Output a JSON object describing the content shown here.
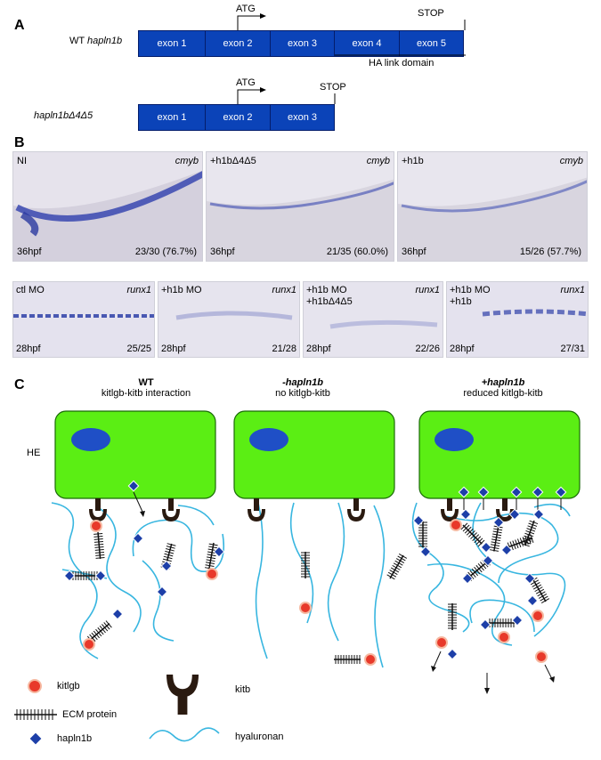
{
  "panel_a": {
    "letter": "A",
    "wt_label_prefix": "WT ",
    "wt_label_gene": "hapln1b",
    "wt_exons": [
      "exon 1",
      "exon 2",
      "exon 3",
      "exon 4",
      "exon 5"
    ],
    "atg": "ATG",
    "stop": "STOP",
    "ha_domain": "HA link domain",
    "mut_label": "hapln1bΔ4Δ5",
    "mut_exons": [
      "exon 1",
      "exon 2",
      "exon 3"
    ]
  },
  "panel_b": {
    "letter": "B",
    "row1": [
      {
        "cond": "NI",
        "gene": "cmyb",
        "stage": "36hpf",
        "count": "23/30 (76.7%)"
      },
      {
        "cond": "+h1bΔ4Δ5",
        "gene": "cmyb",
        "stage": "36hpf",
        "count": "21/35 (60.0%)"
      },
      {
        "cond": "+h1b",
        "gene": "cmyb",
        "stage": "36hpf",
        "count": "15/26 (57.7%)"
      }
    ],
    "row2": [
      {
        "cond": "ctl MO",
        "cond2": "",
        "gene": "runx1",
        "stage": "28hpf",
        "count": "25/25"
      },
      {
        "cond": "+h1b MO",
        "cond2": "",
        "gene": "runx1",
        "stage": "28hpf",
        "count": "21/28"
      },
      {
        "cond": "+h1b MO",
        "cond2": "+h1bΔ4Δ5",
        "gene": "runx1",
        "stage": "28hpf",
        "count": "22/26"
      },
      {
        "cond": "+h1b MO",
        "cond2": "+h1b",
        "gene": "runx1",
        "stage": "28hpf",
        "count": "27/31"
      }
    ]
  },
  "panel_c": {
    "letter": "C",
    "he": "HE",
    "columns": [
      {
        "title": "WT",
        "subtitle": "kitlgb-kitb interaction"
      },
      {
        "title": "-hapln1b",
        "subtitle": "no kitlgb-kitb"
      },
      {
        "title": "+hapln1b",
        "subtitle": "reduced kitlgb-kitb"
      }
    ],
    "legend": {
      "kitlgb": "kitlgb",
      "ecm": "ECM protein",
      "hapln1b": "hapln1b",
      "kitb": "kitb",
      "hyaluronan": "hyaluronan"
    }
  },
  "colors": {
    "exon_blue": "#0b43b8",
    "cell_green": "#5bee14",
    "nucleus_blue": "#1f4fc6",
    "hyaluronan_cyan": "#38b6e0",
    "kitlgb_red": "#e8392a",
    "hapln_blue": "#1d3fa8",
    "ish_stain": "#3848b0"
  }
}
